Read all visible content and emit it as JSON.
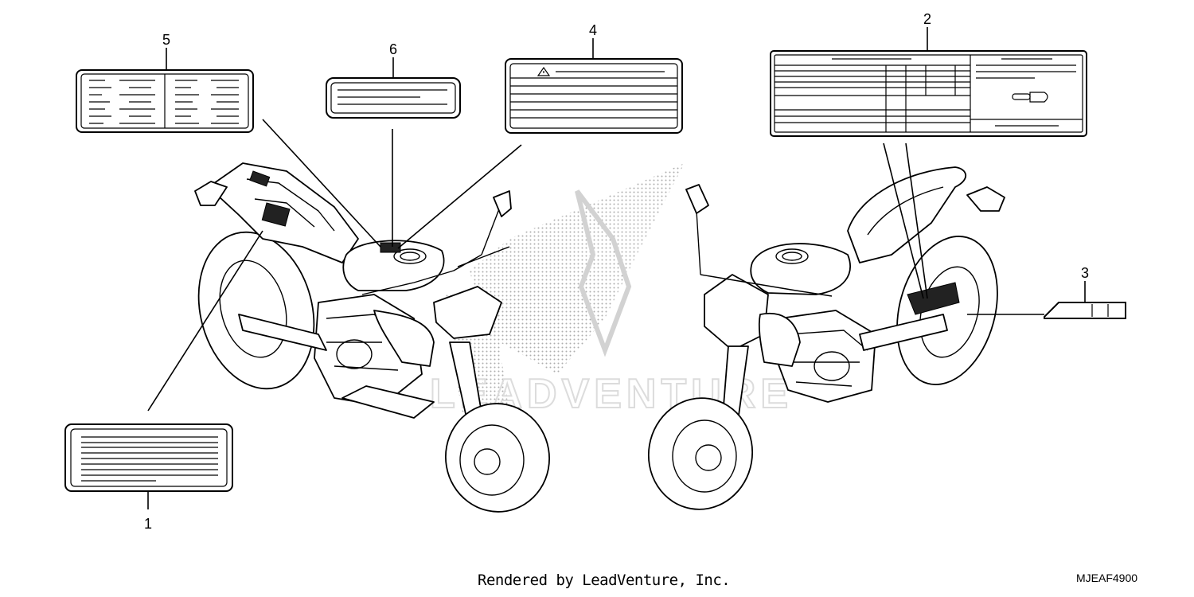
{
  "callouts": [
    {
      "number": "1"
    },
    {
      "number": "2"
    },
    {
      "number": "3"
    },
    {
      "number": "4"
    },
    {
      "number": "5"
    },
    {
      "number": "6"
    }
  ],
  "footer": {
    "credit": "Rendered by LeadVenture, Inc.",
    "diagram_code": "MJEAF4900"
  },
  "colors": {
    "line": "#000000",
    "background": "#ffffff",
    "watermark": "#bdbdbd"
  }
}
